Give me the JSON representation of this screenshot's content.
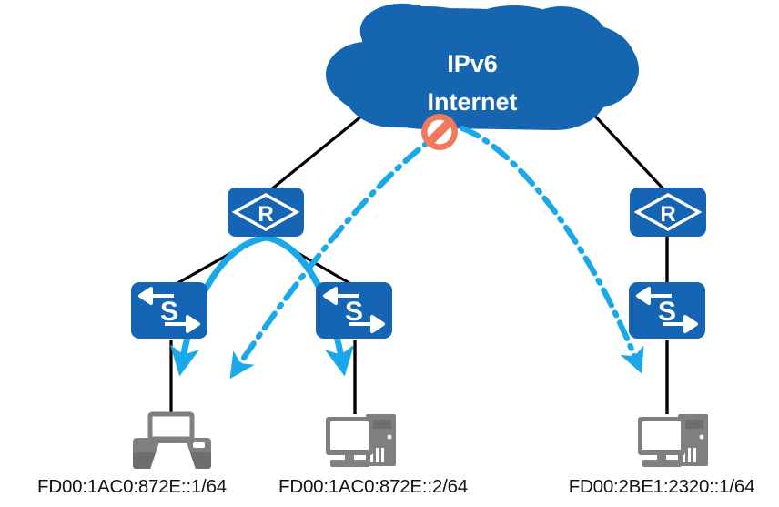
{
  "diagram": {
    "title": "IPv6 network topology with blocked Internet path",
    "background_color": "#ffffff"
  },
  "colors": {
    "cloud_blue": "#1565B0",
    "device_blue": "#1665B4",
    "flow_cyan": "#1BA8E8",
    "link_black": "#000000",
    "endpoint_gray": "#808080",
    "endpoint_gray_dark": "#6E6E6E",
    "prohibition_coral": "#F2785C",
    "label_text": "#141414",
    "icon_white": "#ffffff"
  },
  "cloud": {
    "name": "ipv6-internet-cloud",
    "line1": "IPv6",
    "line2": "Internet"
  },
  "prohibition": {
    "name": "no-entry-sign",
    "meaning": "blocked"
  },
  "routers": [
    {
      "label": "R",
      "name": "router-left"
    },
    {
      "label": "R",
      "name": "router-right"
    }
  ],
  "switches": [
    {
      "label": "S",
      "name": "switch-left"
    },
    {
      "label": "S",
      "name": "switch-center"
    },
    {
      "label": "S",
      "name": "switch-right"
    }
  ],
  "endpoints": [
    {
      "type": "printer",
      "name": "printer-left",
      "address": "FD00:1AC0:872E::1/64"
    },
    {
      "type": "pc",
      "name": "pc-center",
      "address": "FD00:1AC0:872E::2/64"
    },
    {
      "type": "pc",
      "name": "pc-right",
      "address": "FD00:2BE1:2320::1/64"
    }
  ],
  "address_labels": [
    "FD00:1AC0:872E::1/64",
    "FD00:1AC0:872E::2/64",
    "FD00:2BE1:2320::1/64"
  ],
  "flows": {
    "solid_arrows": [
      {
        "name": "flow-router-to-printer",
        "style": "solid",
        "color": "#1BA8E8"
      },
      {
        "name": "flow-router-to-pc-center",
        "style": "solid",
        "color": "#1BA8E8"
      }
    ],
    "dashdot_arrows": [
      {
        "name": "flow-internet-to-lan-left",
        "style": "dash-dot",
        "color": "#1BA8E8"
      },
      {
        "name": "flow-internet-to-pc-right",
        "style": "dash-dot",
        "color": "#1BA8E8"
      }
    ]
  },
  "links": [
    {
      "name": "link-cloud-router-left"
    },
    {
      "name": "link-cloud-router-right"
    },
    {
      "name": "link-router-left-switch-left"
    },
    {
      "name": "link-router-left-switch-center"
    },
    {
      "name": "link-switch-left-printer"
    },
    {
      "name": "link-switch-center-pc-center"
    },
    {
      "name": "link-router-right-switch-right"
    },
    {
      "name": "link-switch-right-pc-right"
    }
  ]
}
